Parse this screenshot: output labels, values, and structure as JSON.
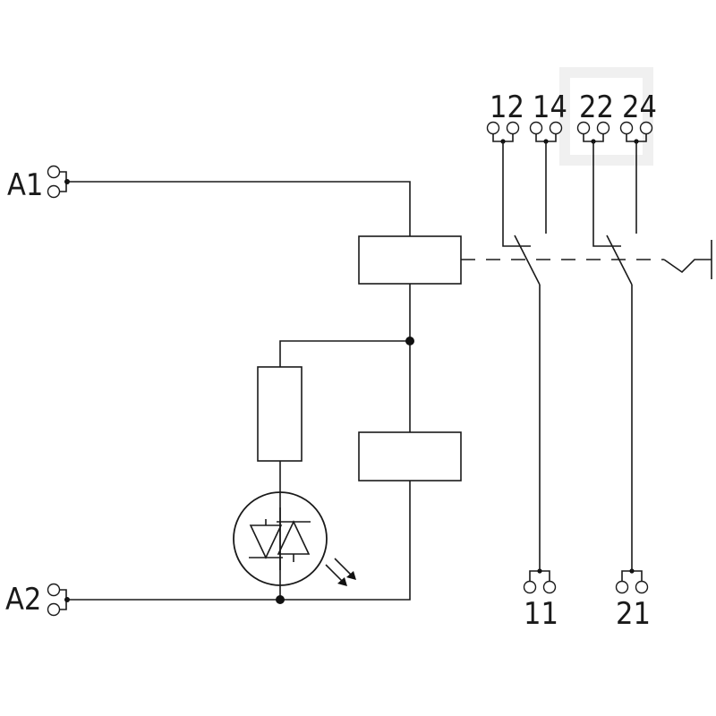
{
  "terminals": {
    "a1": "A1",
    "a2": "A2",
    "t12": "12",
    "t14": "14",
    "t22": "22",
    "t24": "24",
    "t11": "11",
    "t21": "21"
  },
  "colors": {
    "line": "#1a1a1a",
    "background": "#ffffff",
    "watermark": "#eeeeee"
  }
}
